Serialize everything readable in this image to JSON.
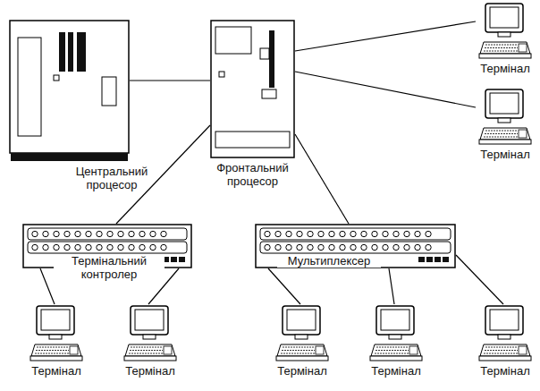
{
  "diagram": {
    "nodes": [
      {
        "text": [
          "Центральний процесор"
        ]
      },
      {
        "text": [
          "Фронтальний процесор"
        ]
      },
      {
        "text": [
          "Термінал"
        ]
      },
      {
        "text": [
          "Термінал"
        ]
      },
      {
        "text": [
          "Термінальний контролер"
        ]
      },
      {
        "text": [
          "Мультиплексер"
        ]
      },
      {
        "text": [
          "Термінал"
        ]
      },
      {
        "text": [
          "Термінал"
        ]
      },
      {
        "text": [
          "Термінал"
        ]
      },
      {
        "text": [
          "Термінал"
        ]
      },
      {
        "text": [
          "Термінал"
        ]
      }
    ],
    "edges": [
      {
        "from": 0,
        "to": 1,
        "arrow": "none"
      },
      {
        "from": 1,
        "to": 2,
        "arrow": "none"
      },
      {
        "from": 1,
        "to": 3,
        "arrow": "none"
      },
      {
        "from": 1,
        "to": 4,
        "arrow": "none"
      },
      {
        "from": 1,
        "to": 5,
        "arrow": "none"
      },
      {
        "from": 4,
        "to": 6,
        "arrow": "none"
      },
      {
        "from": 4,
        "to": 7,
        "arrow": "none"
      },
      {
        "from": 5,
        "to": 8,
        "arrow": "none"
      },
      {
        "from": 5,
        "to": 9,
        "arrow": "none"
      },
      {
        "from": 5,
        "to": 10,
        "arrow": "none"
      }
    ]
  }
}
